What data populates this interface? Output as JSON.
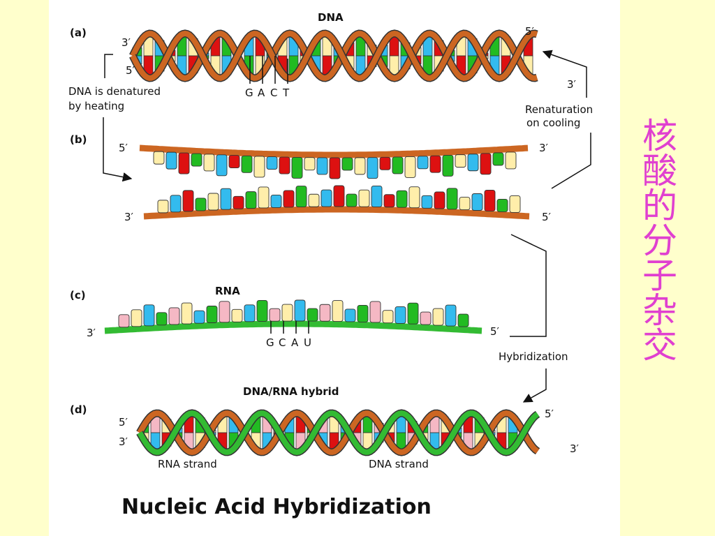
{
  "colors": {
    "background": "#ffffcc",
    "panel": "#ffffff",
    "dna_backbone": "#cc6622",
    "rna_backbone": "#33bb33",
    "base_green": "#22bb22",
    "base_yellow": "#ffeeaa",
    "base_blue": "#33bbee",
    "base_red": "#dd1111",
    "base_pink": "#f5b8c4",
    "caption": "#e040d0"
  },
  "side_caption": "核酸的分子杂交",
  "figure": {
    "title": "Nucleic Acid Hybridization",
    "panel_a": {
      "tag": "(a)",
      "heading": "DNA",
      "left_top_end": "3′",
      "left_bottom_end": "5′",
      "right_top_end": "5′",
      "right_bottom_end": "3′",
      "bases": [
        "G",
        "A",
        "C",
        "T"
      ]
    },
    "denature_note": {
      "line1": "DNA is denatured",
      "line2": "by heating"
    },
    "renature_note": {
      "line1": "Renaturation",
      "line2": "on cooling"
    },
    "panel_b": {
      "tag": "(b)",
      "top_left_end": "5′",
      "top_right_end": "3′",
      "bottom_left_end": "3′",
      "bottom_right_end": "5′"
    },
    "panel_c": {
      "tag": "(c)",
      "heading": "RNA",
      "left_end": "3′",
      "right_end": "5′",
      "bases": [
        "G",
        "C",
        "A",
        "U"
      ]
    },
    "hybridization_note": "Hybridization",
    "panel_d": {
      "tag": "(d)",
      "heading": "DNA/RNA hybrid",
      "left_top_end": "5′",
      "left_bottom_end": "3′",
      "right_top_end": "5′",
      "right_bottom_end": "3′",
      "rna_strand_label": "RNA strand",
      "dna_strand_label": "DNA strand"
    }
  }
}
